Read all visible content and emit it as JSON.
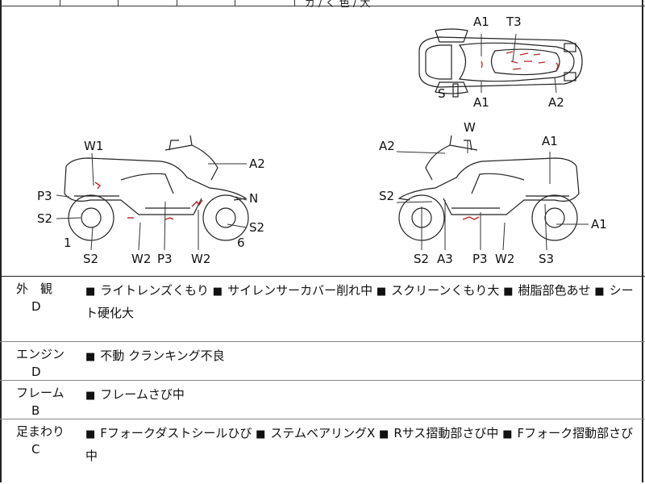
{
  "top_strip": {
    "cut_text": "ガ / く 色 / 大"
  },
  "diagram": {
    "top_view": {
      "labels": [
        "A1",
        "T3",
        "S",
        "A1",
        "A2"
      ]
    },
    "left_bike": {
      "labels": [
        "W1",
        "A2",
        "P3",
        "N",
        "S2",
        "S2",
        "1",
        "6",
        "S2",
        "W2",
        "P3",
        "W2"
      ]
    },
    "right_bike": {
      "labels": [
        "W",
        "A2",
        "A1",
        "S2",
        "A1",
        "S2",
        "A3",
        "P3",
        "W2",
        "S3"
      ]
    }
  },
  "rows": [
    {
      "name": "外　観",
      "grade": "D",
      "items": [
        "ライトレンズくもり",
        "サイレンサーカバー削れ中",
        "スクリーンくもり大",
        "樹脂部色あせ",
        "シート硬化大"
      ]
    },
    {
      "name": "エンジン",
      "grade": "D",
      "items": [
        "不動 クランキング不良"
      ]
    },
    {
      "name": "フレーム",
      "grade": "B",
      "items": [
        "フレームさび中"
      ]
    },
    {
      "name": "足まわり",
      "grade": "C",
      "items": [
        "Fフォークダストシールひび",
        "ステムベアリングX",
        "Rサス摺動部さび中",
        "Fフォーク摺動部さび中"
      ]
    }
  ],
  "bullet": "■"
}
